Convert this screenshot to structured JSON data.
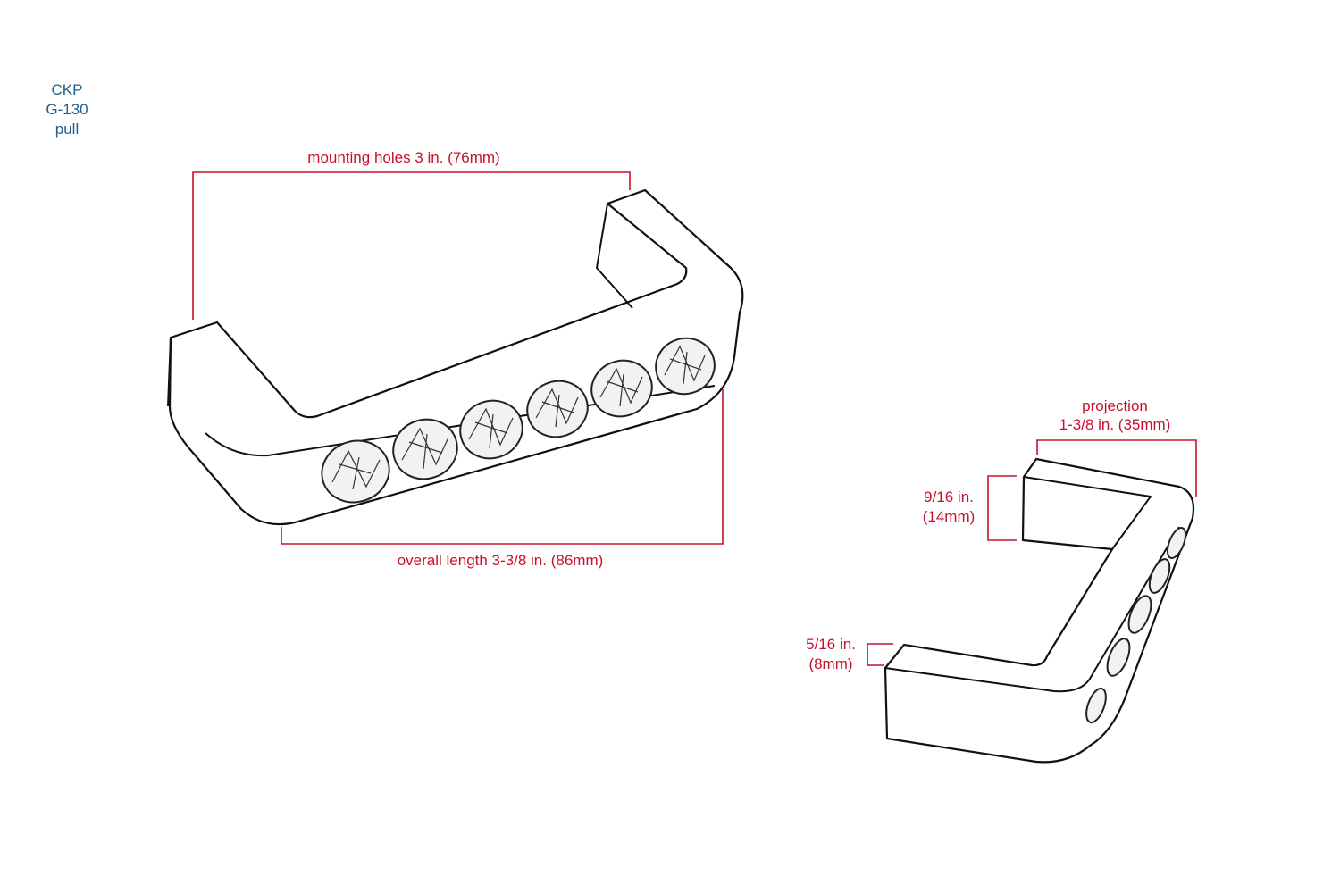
{
  "model": {
    "brand": "CKP",
    "number": "G-130",
    "type": "pull"
  },
  "dimensions": {
    "mounting_holes": "mounting holes 3 in. (76mm)",
    "overall_length": "overall length 3-3/8 in. (86mm)",
    "projection_title": "projection",
    "projection_value": "1-3/8 in. (35mm)",
    "height_in": "9/16 in.",
    "height_mm": "(14mm)",
    "thickness_in": "5/16 in.",
    "thickness_mm": "(8mm)"
  },
  "colors": {
    "dimension": "#c8102e",
    "label": "#1f5f8e",
    "outline": "#111111"
  }
}
